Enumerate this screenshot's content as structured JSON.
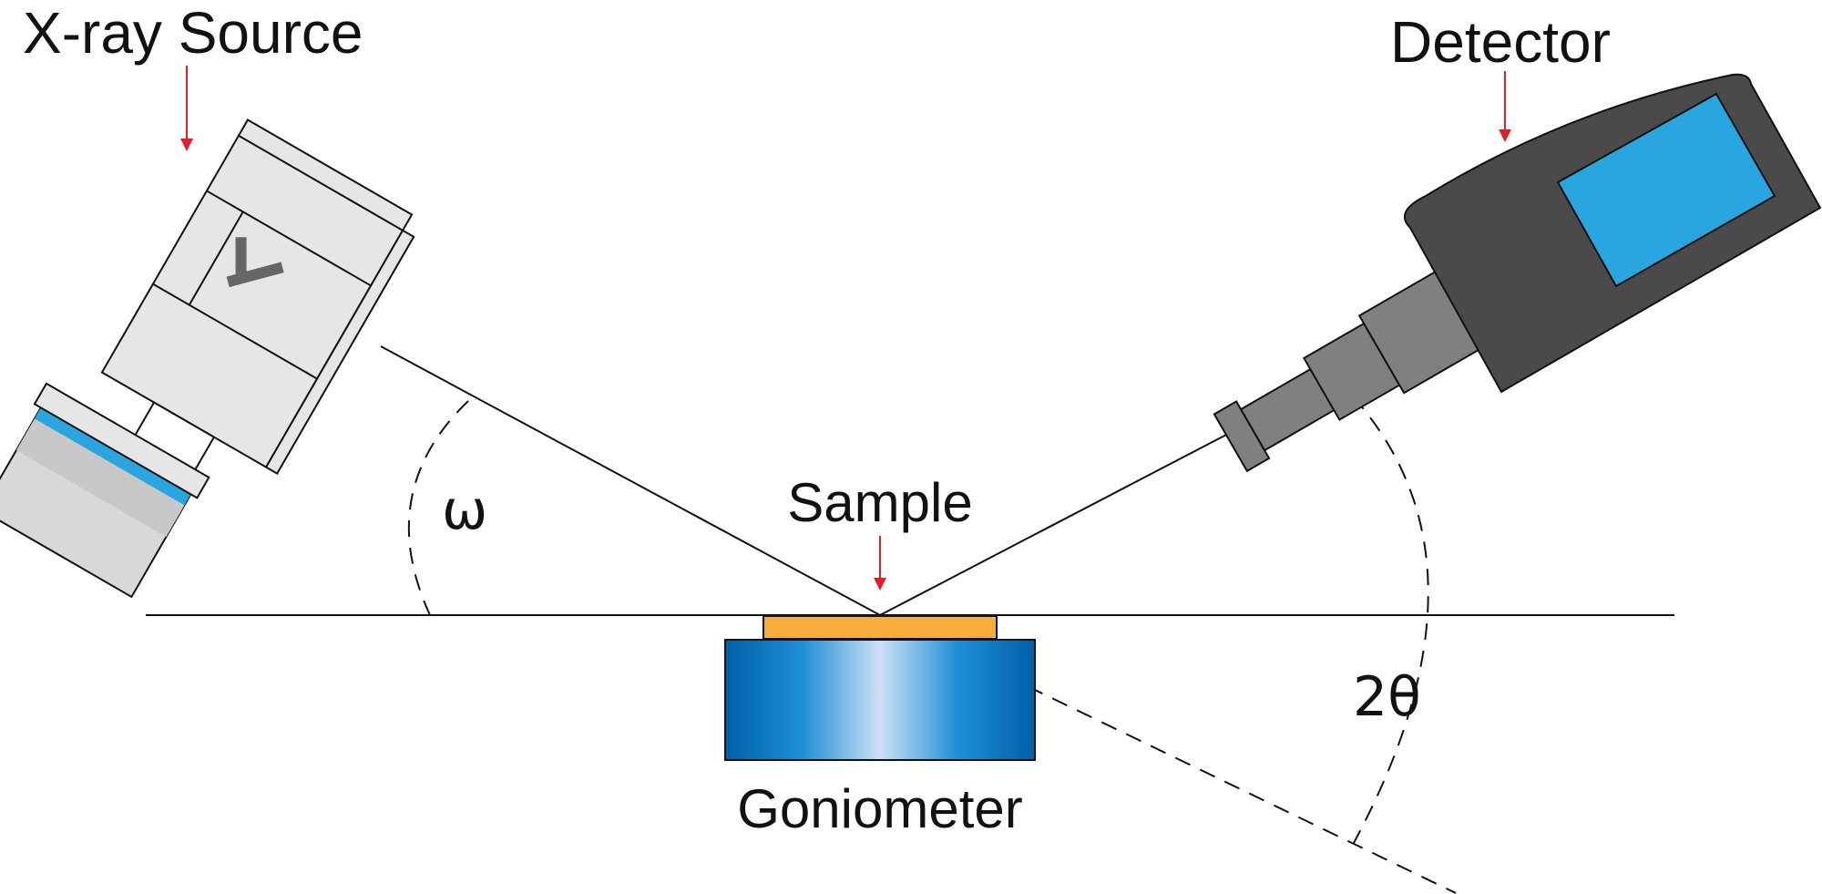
{
  "labels": {
    "xray_source": "X-ray Source",
    "detector": "Detector",
    "sample": "Sample",
    "goniometer": "Goniometer",
    "omega": "ω",
    "two_theta": "2θ"
  },
  "colors": {
    "sample": "#F7AD3B",
    "detector_body": "#4A4A4A",
    "detector_screen": "#29A6DF",
    "detector_stem": "#808080",
    "source_body": "#E6E6E6",
    "source_accent": "#29A6DF",
    "arrow": "#E31E24",
    "goniometer_edge": "#0060A8",
    "goniometer_center": "#CCE0F5"
  },
  "icons": {
    "xray_source": "xray-tube-icon",
    "detector": "detector-icon",
    "sample": "sample-plate-icon",
    "goniometer": "goniometer-stage-icon"
  }
}
